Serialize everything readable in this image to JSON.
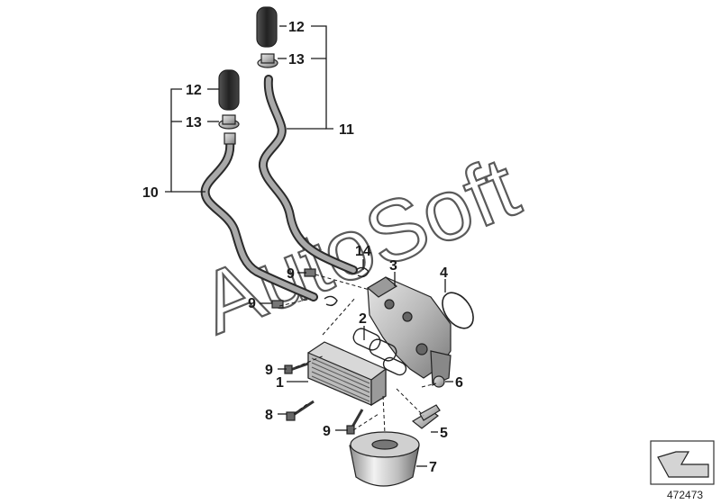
{
  "watermark": "AutoSoft",
  "diagram_number": "472473",
  "callouts": {
    "c1": "1",
    "c2": "2",
    "c3": "3",
    "c4": "4",
    "c5": "5",
    "c6": "6",
    "c7": "7",
    "c8": "8",
    "c9a": "9",
    "c9b": "9",
    "c9c": "9",
    "c9d": "9",
    "c10": "10",
    "c11": "11",
    "c12a": "12",
    "c12b": "12",
    "c13a": "13",
    "c13b": "13",
    "c14": "14"
  },
  "colors": {
    "ink": "#1a1a1a",
    "pipe_dark": "#2a2a2a",
    "pipe_light": "#a9a9a9",
    "part_fill": "#c8c8c8",
    "watermark": "#5a5a5a"
  }
}
